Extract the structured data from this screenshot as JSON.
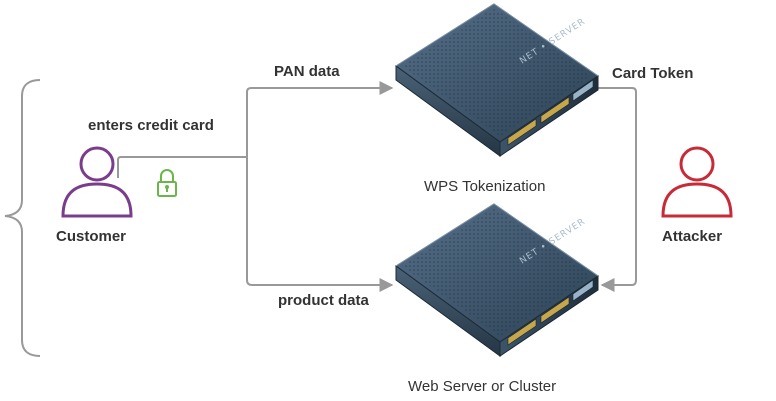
{
  "labels": {
    "pan_data": "PAN data",
    "enters_credit_card": "enters credit card",
    "card_token": "Card Token",
    "wps_tokenization": "WPS Tokenization",
    "customer": "Customer",
    "attacker": "Attacker",
    "product_data": "product data",
    "web_server": "Web Server or Cluster"
  },
  "server_brand": "NET • SERVER",
  "icons": {
    "customer": "person-icon",
    "attacker": "person-icon",
    "lock": "padlock-icon",
    "server": "rack-server-icon"
  },
  "colors": {
    "customer": "#7a3d8c",
    "attacker": "#c62b37",
    "lock": "#6bb64b",
    "connector": "#999999",
    "text": "#333333",
    "server": "#33485a"
  }
}
